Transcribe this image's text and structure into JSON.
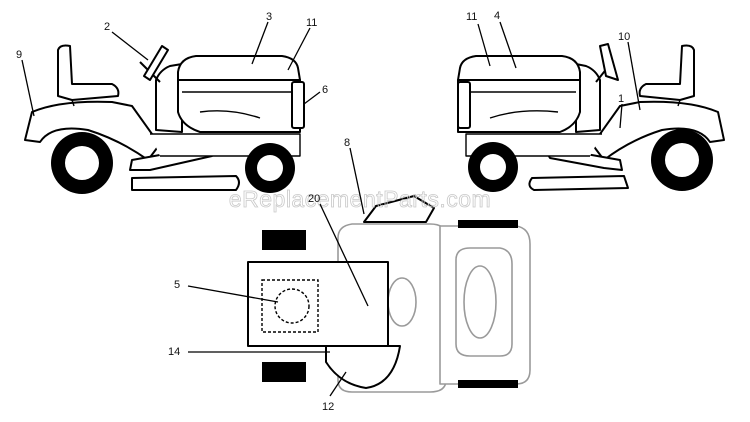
{
  "watermark": "eReplacementParts.com",
  "callouts": {
    "c9": "9",
    "c2": "2",
    "c3": "3",
    "c11a": "11",
    "c6": "6",
    "c11b": "11",
    "c4": "4",
    "c10": "10",
    "c1": "1",
    "c8": "8",
    "c20": "20",
    "c5": "5",
    "c14": "14",
    "c12": "12"
  },
  "colors": {
    "line": "#000000",
    "ghost": "#9a9a9a",
    "tire": "#000000",
    "watermark": "#c8c8c8"
  }
}
